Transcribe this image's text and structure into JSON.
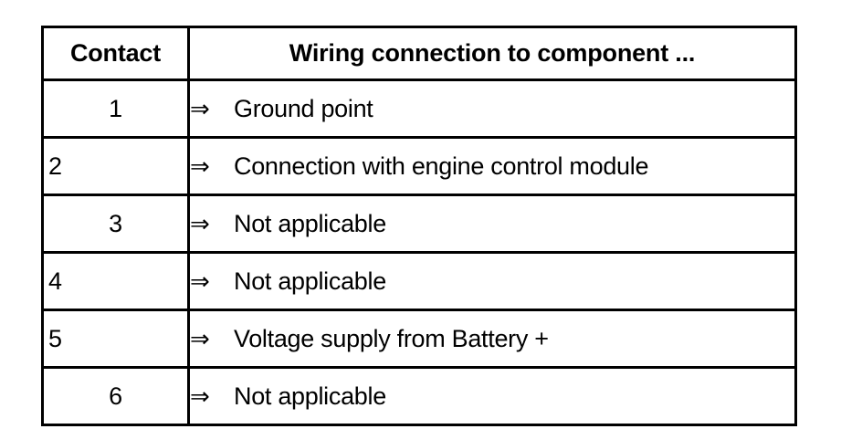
{
  "table": {
    "columns": [
      {
        "key": "contact",
        "header": "Contact",
        "align": "center"
      },
      {
        "key": "description",
        "header": "Wiring connection to component ...",
        "align": "center"
      }
    ],
    "arrow_icon": "double-right-arrow-icon",
    "arrow_glyph": "⇒",
    "colors": {
      "border": "#000000",
      "text": "#000000",
      "background": "#ffffff"
    },
    "rows": [
      {
        "contact": "1",
        "contact_align": "center",
        "description": "Ground point"
      },
      {
        "contact": "2",
        "contact_align": "left",
        "description": "Connection with engine control module"
      },
      {
        "contact": "3",
        "contact_align": "center",
        "description": "Not applicable"
      },
      {
        "contact": "4",
        "contact_align": "left",
        "description": "Not applicable"
      },
      {
        "contact": "5",
        "contact_align": "left",
        "description": "Voltage supply from Battery +"
      },
      {
        "contact": "6",
        "contact_align": "center",
        "description": "Not applicable"
      }
    ]
  }
}
